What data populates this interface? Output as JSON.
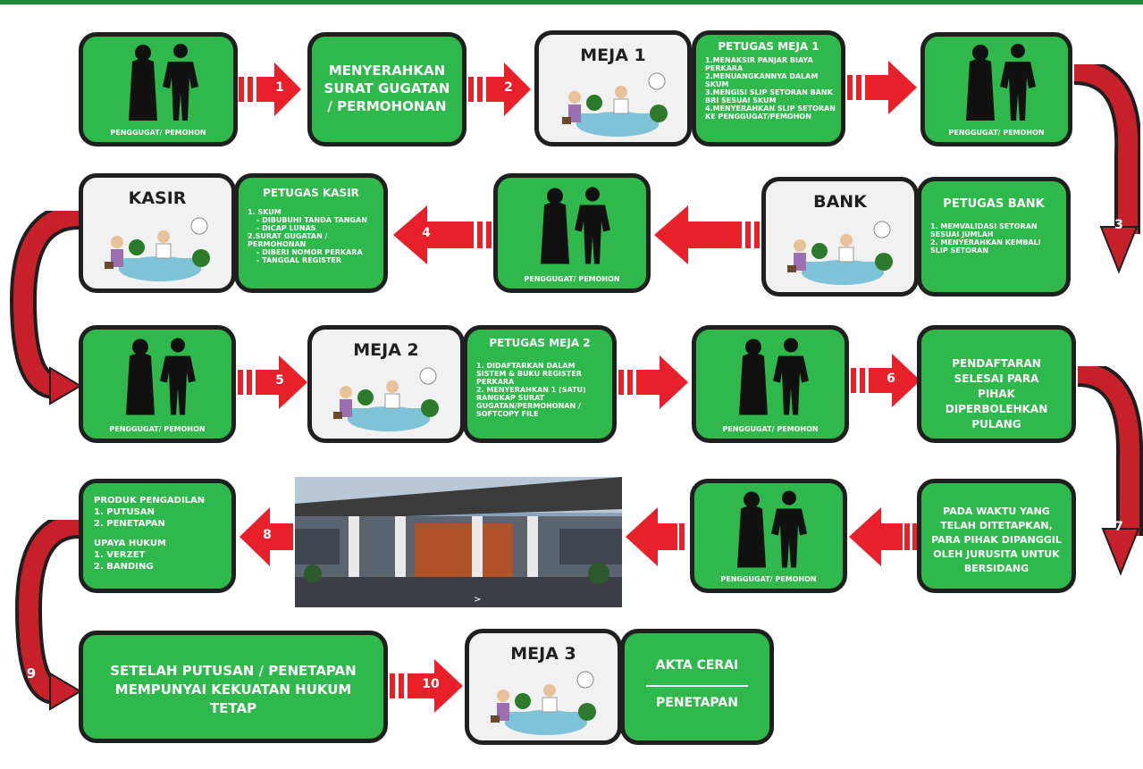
{
  "label_pemohon": "PENGGUGAT/ PEMOHON",
  "steps": [
    "1",
    "2",
    "3",
    "4",
    "5",
    "6",
    "7",
    "8",
    "9",
    "10"
  ],
  "row1": {
    "submit": "MENYERAHKAN SURAT GUGATAN / PERMOHONAN",
    "meja1_title": "MEJA 1",
    "meja1_panel_title": "PETUGAS MEJA 1",
    "meja1_items": [
      "1.MENAKSIR PANJAR BIAYA PERKARA",
      "2.MENUANGKANNYA DALAM SKUM",
      "3.MENGISI SLIP SETORAN BANK BRI SESUAI SKUM",
      "4.MENYERAHKAN SLIP SETORAN KE PENGGUGAT/PEMOHON"
    ]
  },
  "row2": {
    "kasir_title": "KASIR",
    "kasir_panel_title": "PETUGAS KASIR",
    "kasir_items": [
      "1. SKUM",
      "- DIBUBUHI TANDA TANGAN",
      "- DICAP LUNAS",
      "2.SURAT GUGATAN / PERMOHONAN",
      "- DIBERI NOMOR PERKARA",
      "- TANGGAL REGISTER"
    ],
    "bank_title": "BANK",
    "bank_panel_title": "PETUGAS BANK",
    "bank_items": [
      "1. MEMVALIDASI SETORAN SESUAI JUMLAH",
      "2. MENYERAHKAN KEMBALI SLIP SETORAN"
    ]
  },
  "row3": {
    "meja2_title": "MEJA 2",
    "meja2_panel_title": "PETUGAS MEJA 2",
    "meja2_items": [
      "1. DIDAFTARKAN DALAM SISTEM & BUKU REGISTER PERKARA",
      "2. MENYERAHKAN 1 (SATU) RANGKAP SURAT GUGATAN/PERMOHONAN / SOFTCOPY FILE"
    ],
    "selesai": "PENDAFTARAN SELESAI PARA PIHAK DIPERBOLEHKAN PULANG"
  },
  "row4": {
    "produk_title": "PRODUK PENGADILAN",
    "produk_items": [
      "1. PUTUSAN",
      "2. PENETAPAN"
    ],
    "upaya_title": "UPAYA HUKUM",
    "upaya_items": [
      "1. VERZET",
      "2. BANDING"
    ],
    "photo_caption": ">",
    "sidang": "PADA WAKTU YANG TELAH DITETAPKAN, PARA PIHAK DIPANGGIL OLEH JURUSITA UNTUK BERSIDANG"
  },
  "row5": {
    "putusan": "SETELAH PUTUSAN / PENETAPAN MEMPUNYAI KEKUATAN HUKUM TETAP",
    "meja3_title": "MEJA 3",
    "akta": "AKTA CERAI",
    "penetapan": "PENETAPAN"
  },
  "colors": {
    "green": "#2fb84b",
    "red": "#e8202a",
    "dark": "#1f1f1f"
  }
}
